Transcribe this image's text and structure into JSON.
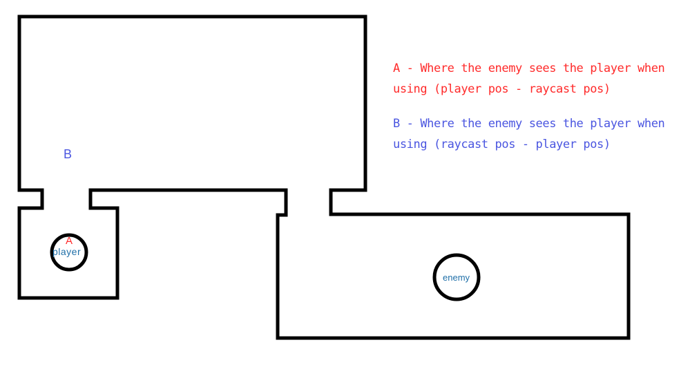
{
  "colors": {
    "a": "#ff2a2a",
    "b": "#4a55e0",
    "wall": "#000000",
    "entity_text": "#1f6fa8"
  },
  "legend": {
    "a_line1": "A - Where the enemy sees the player when",
    "a_line2": "using (player pos - raycast pos)",
    "b_line1": "B - Where the enemy sees the player when",
    "b_line2": "using (raycast pos - player pos)"
  },
  "markers": {
    "a": "A",
    "b": "B"
  },
  "entities": {
    "player": "player",
    "enemy": "enemy"
  }
}
